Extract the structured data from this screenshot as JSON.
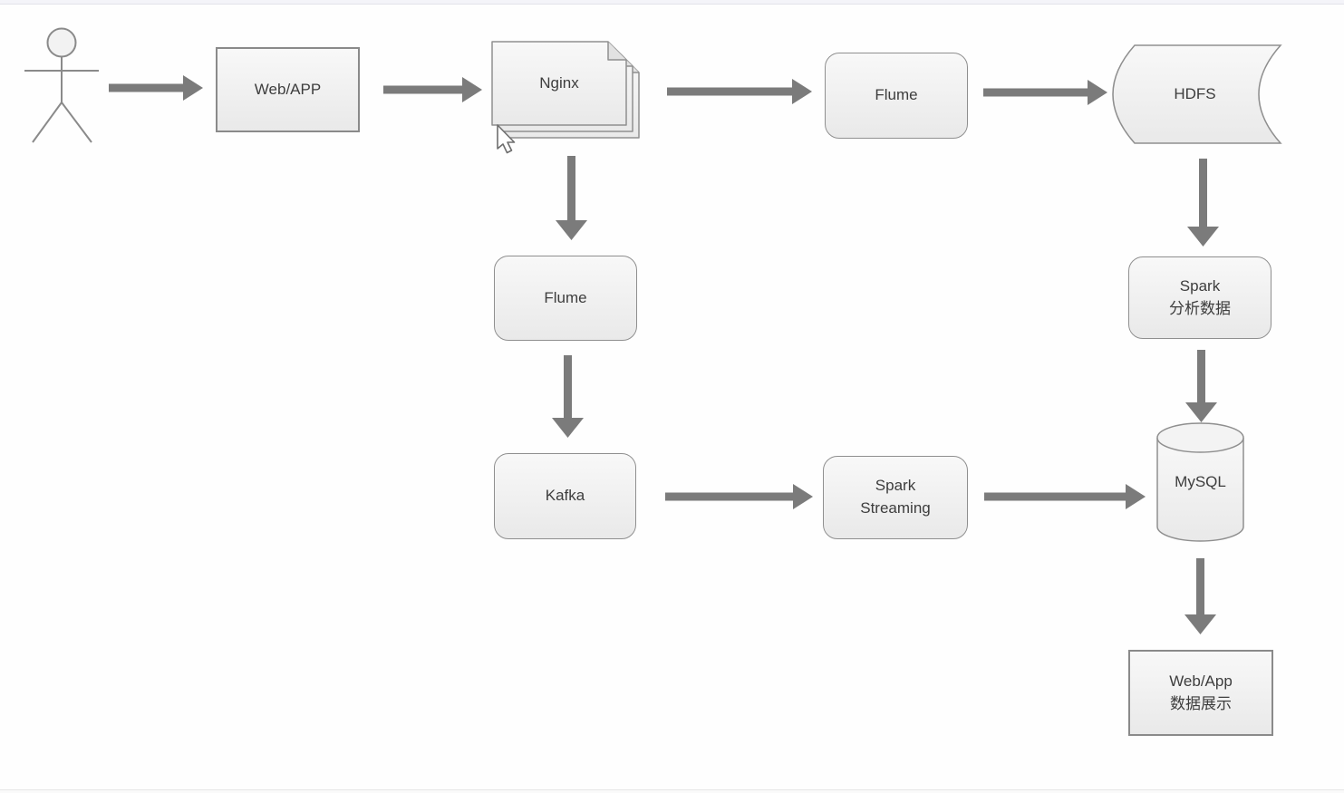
{
  "diagram": {
    "title": "real-time data pipeline flow diagram",
    "colors": {
      "node_fill_top": "#f8f8f8",
      "node_fill_bottom": "#e9e9e9",
      "node_border": "#8f8f8f",
      "arrow": "#7b7b7b",
      "text": "#3d3d3d",
      "background": "#fefefe"
    },
    "nodes": {
      "user": {
        "label": "",
        "shape": "actor"
      },
      "webapp": {
        "label": "Web/APP",
        "shape": "rectangle"
      },
      "nginx": {
        "label": "Nginx",
        "shape": "document-stack"
      },
      "flume_top": {
        "label": "Flume",
        "shape": "rounded-rectangle"
      },
      "hdfs": {
        "label": "HDFS",
        "shape": "stored-data"
      },
      "spark_analyze": {
        "line1": "Spark",
        "line2": "分析数据",
        "shape": "rounded-rectangle"
      },
      "mysql": {
        "label": "MySQL",
        "shape": "cylinder"
      },
      "web_display": {
        "line1": "Web/App",
        "line2": "数据展示",
        "shape": "rectangle"
      },
      "flume_mid": {
        "label": "Flume",
        "shape": "rounded-rectangle"
      },
      "kafka": {
        "label": "Kafka",
        "shape": "rounded-rectangle"
      },
      "spark_streaming": {
        "line1": "Spark",
        "line2": "Streaming",
        "shape": "rounded-rectangle"
      }
    },
    "edges": [
      {
        "from": "user",
        "to": "webapp"
      },
      {
        "from": "webapp",
        "to": "nginx"
      },
      {
        "from": "nginx",
        "to": "flume_top"
      },
      {
        "from": "flume_top",
        "to": "hdfs"
      },
      {
        "from": "hdfs",
        "to": "spark_analyze"
      },
      {
        "from": "spark_analyze",
        "to": "mysql"
      },
      {
        "from": "mysql",
        "to": "web_display"
      },
      {
        "from": "nginx",
        "to": "flume_mid"
      },
      {
        "from": "flume_mid",
        "to": "kafka"
      },
      {
        "from": "kafka",
        "to": "spark_streaming"
      },
      {
        "from": "spark_streaming",
        "to": "mysql"
      }
    ],
    "cursor": {
      "visible": true,
      "near": "nginx"
    }
  }
}
